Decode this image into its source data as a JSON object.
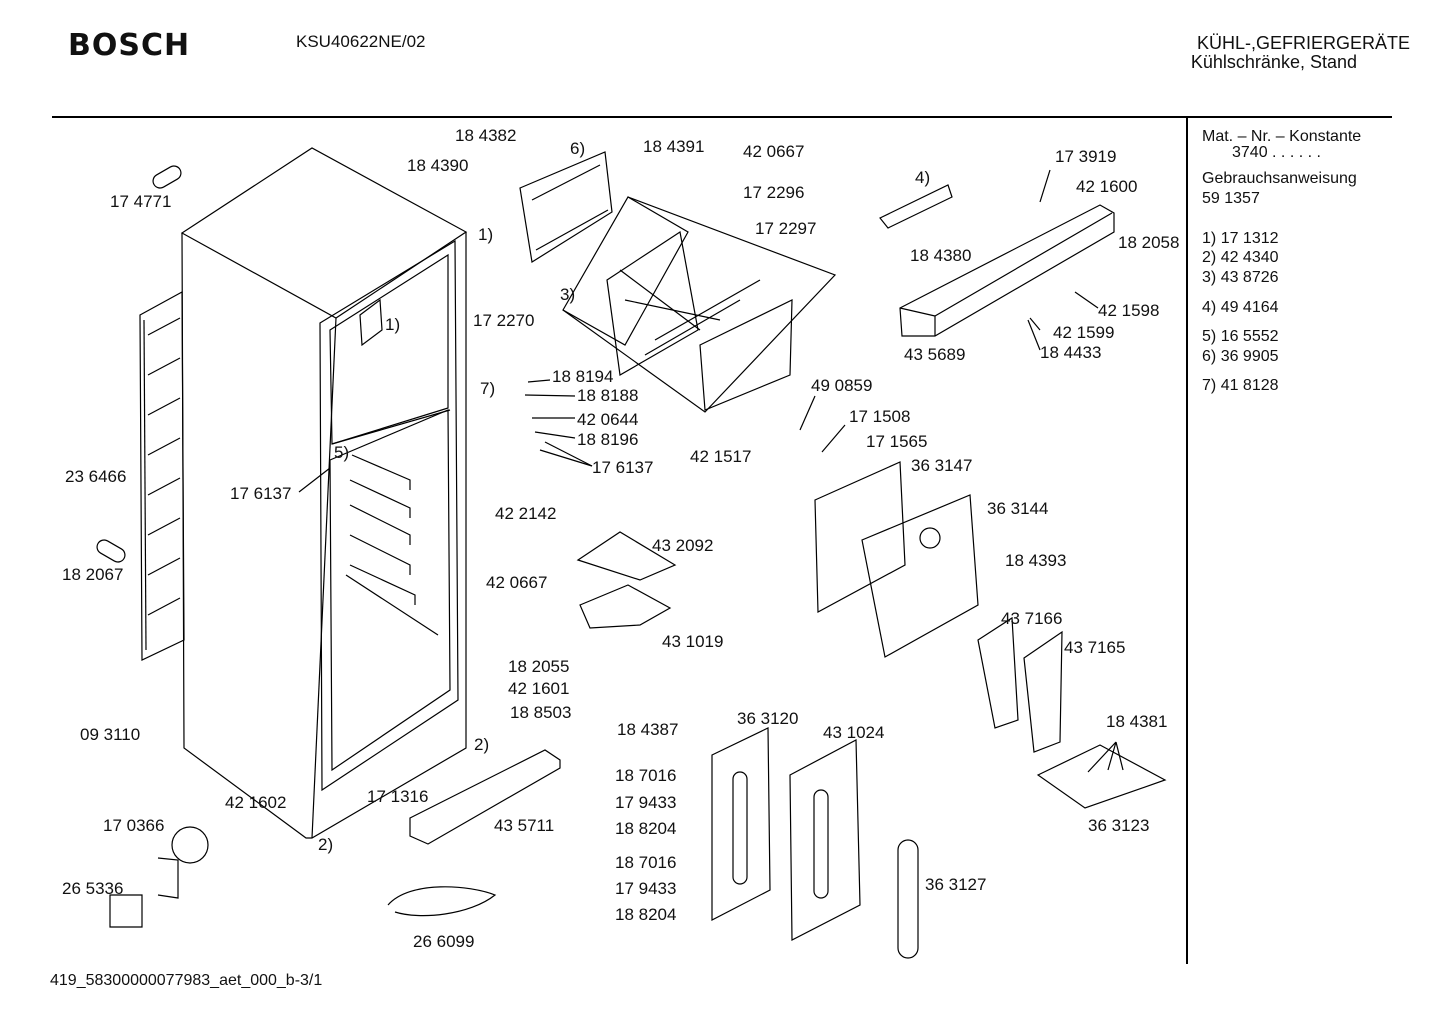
{
  "header": {
    "brand": "BOSCH",
    "model": "KSU40622NE/02",
    "category_line1": "KÜHL-,GEFRIERGERÄTE",
    "category_line2": "Kühlschränke, Stand"
  },
  "sidebar": {
    "mat_label": "Mat. – Nr. – Konstante",
    "mat_value": "3740 . .   . . . .",
    "manual_label": "Gebrauchsanweisung",
    "manual_number": "59 1357",
    "references": [
      {
        "key": "1)",
        "value": "17 1312"
      },
      {
        "key": "2)",
        "value": "42 4340"
      },
      {
        "key": "3)",
        "value": "43 8726"
      },
      {
        "key": "4)",
        "value": "49 4164"
      },
      {
        "key": "5)",
        "value": "16 5552"
      },
      {
        "key": "6)",
        "value": "36 9905"
      },
      {
        "key": "7)",
        "value": "41 8128"
      }
    ]
  },
  "parts": [
    "17 4771",
    "23 6466",
    "18 2067",
    "09 3110",
    "17 0366",
    "26 5336",
    "42 1602",
    "17 6137",
    "18 4382",
    "18 4390",
    "6)",
    "1)",
    "17 2270",
    "1)",
    "18 4391",
    "42 0667",
    "17 2296",
    "17 2297",
    "3)",
    "7)",
    "18 8194",
    "18 8188",
    "42 0644",
    "18 8196",
    "17 6137",
    "5)",
    "42 2142",
    "43 2092",
    "42 0667",
    "43 1019",
    "18 2055",
    "42 1601",
    "18 8503",
    "2)",
    "17 1316",
    "43 5711",
    "2)",
    "26 6099",
    "18 4387",
    "18 7016",
    "17 9433",
    "18 8204",
    "18 7016",
    "17 9433",
    "18 8204",
    "36 3120",
    "43 1024",
    "36 3127",
    "49 0859",
    "42 1517",
    "17 1508",
    "17 1565",
    "36 3147",
    "36 3144",
    "18 4393",
    "43 7166",
    "43 7165",
    "18 4381",
    "36 3123",
    "4)",
    "17 3919",
    "42 1600",
    "18 2058",
    "18 4380",
    "42 1598",
    "42 1599",
    "18 4433",
    "43 5689"
  ],
  "footer": {
    "code": "419_58300000077983_aet_000_b-3/1"
  }
}
